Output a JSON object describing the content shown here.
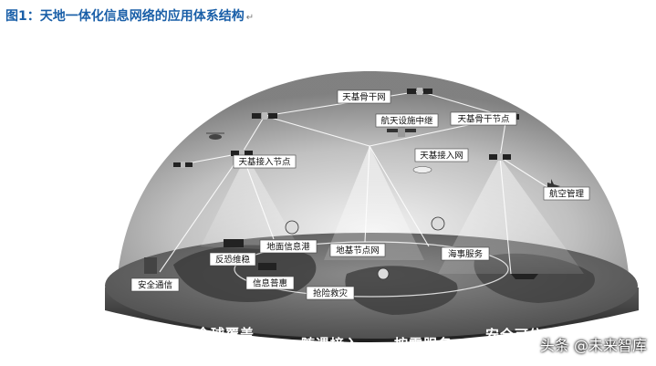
{
  "caption": {
    "title": "图1：天地一体化信息网络的应用体系结构",
    "mark": "↵"
  },
  "labels": {
    "backbone_network": "天基骨干网",
    "backbone_node": "天基骨干节点",
    "space_facility_relay": "航天设施中继",
    "access_node": "天基接入节点",
    "access_network": "天基接入网",
    "air_traffic": "航空管理",
    "ground_info_port": "地面信息港",
    "ground_node_network": "地基节点网",
    "situation_awareness": "反恐维稳",
    "maritime_service": "海事服务",
    "safe_communication": "安全通信",
    "info_popularization": "信息普惠",
    "rescue": "抢险救灾"
  },
  "slogans": [
    "全球覆盖",
    "随遇接入",
    "按需服务",
    "安全可信"
  ],
  "watermark": "头条 @未来智库"
}
